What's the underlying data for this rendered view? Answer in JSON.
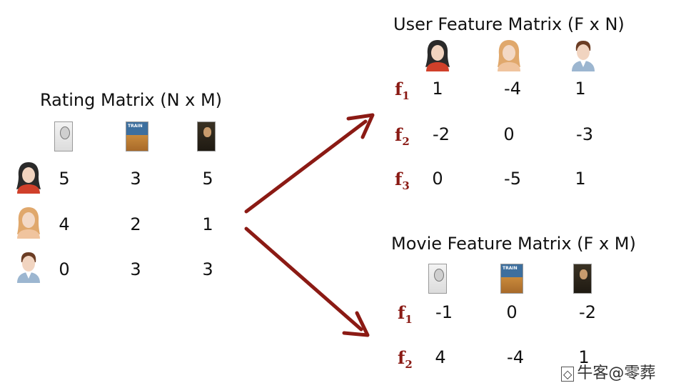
{
  "rating": {
    "title": "Rating Matrix (N x M)",
    "rows": [
      [
        "5",
        "3",
        "5"
      ],
      [
        "4",
        "2",
        "1"
      ],
      [
        "0",
        "3",
        "3"
      ]
    ]
  },
  "user_features": {
    "title": "User Feature Matrix (F x N)",
    "rows": [
      [
        "1",
        "-4",
        "1"
      ],
      [
        "-2",
        "0",
        "-3"
      ],
      [
        "0",
        "-5",
        "1"
      ]
    ]
  },
  "movie_features": {
    "title": "Movie Feature Matrix (F x M)",
    "rows": [
      [
        "-1",
        "0",
        "-2"
      ],
      [
        "4",
        "-4",
        "1"
      ]
    ]
  },
  "feature_labels": {
    "f1": {
      "base": "f",
      "sub": "1"
    },
    "f2": {
      "base": "f",
      "sub": "2"
    },
    "f3": {
      "base": "f",
      "sub": "3"
    }
  },
  "icons": {
    "users": [
      "user-dark-hair-woman-icon",
      "user-blonde-woman-icon",
      "user-man-icon"
    ],
    "movies": [
      "movie-poster-black-swan-icon",
      "movie-poster-train-icon",
      "movie-poster-dark-icon"
    ]
  },
  "colors": {
    "arrow": "#8b1a14",
    "feature_label": "#8a1a14"
  },
  "watermark": "牛客@零葬"
}
